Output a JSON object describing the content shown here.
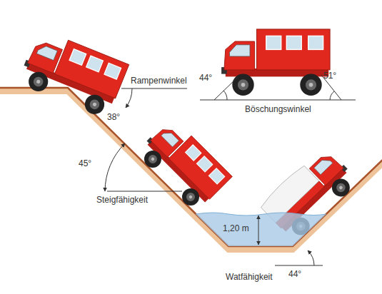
{
  "diagram": {
    "labels": [
      "Rampenwinkel",
      "38°",
      "Böschungswinkel",
      "44°",
      "51°",
      "45°",
      "Steigfähigkeit",
      "1,20 m",
      "Watfähigkeit",
      "44°"
    ]
  }
}
